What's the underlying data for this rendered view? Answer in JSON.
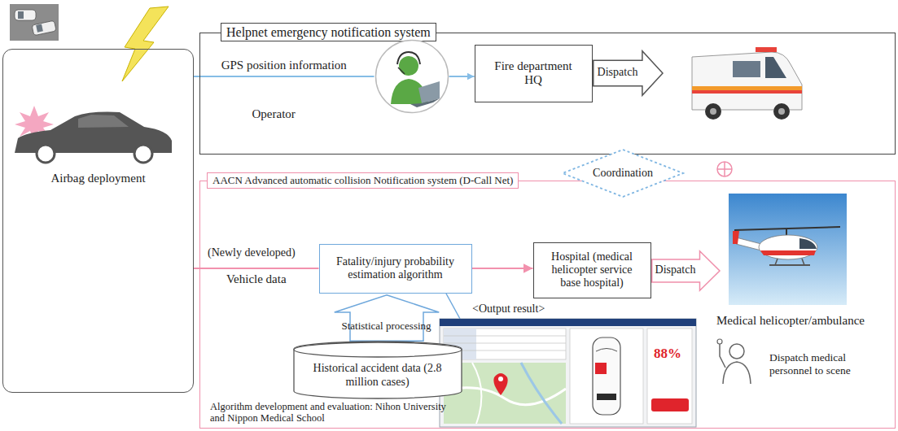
{
  "diagram": {
    "nodes": [
      {
        "text": [
          "Airbag deployment"
        ]
      },
      {
        "text": [
          "Helpnet emergency notification system"
        ]
      },
      {
        "text": [
          "Operator"
        ],
        "in": 1
      },
      {
        "text": [
          "Fire department HQ"
        ],
        "in": 1
      },
      {
        "text": [
          "Dispatch"
        ],
        "in": 1
      },
      {
        "text": [
          "Coordination"
        ]
      },
      {
        "text": [
          "AACN Advanced automatic collision Notification system (D-Call Net)"
        ]
      },
      {
        "text": [
          "Fatality/injury probability estimation algorithm"
        ],
        "in": 6
      },
      {
        "text": [
          "Hospital (medical helicopter service base hospital)"
        ],
        "in": 6
      },
      {
        "text": [
          "Dispatch"
        ],
        "in": 6
      },
      {
        "text": [
          "Statistical processing"
        ],
        "in": 6
      },
      {
        "text": [
          "Historical accident data (2.8 million cases)"
        ],
        "in": 6
      }
    ],
    "edges": [
      {
        "from": 0,
        "to": 2,
        "arrow": "none",
        "label": "GPS position information"
      },
      {
        "from": 2,
        "to": 3,
        "arrow": "to"
      },
      {
        "from": 0,
        "to": 7,
        "arrow": "none",
        "label": "Vehicle data"
      },
      {
        "from": 7,
        "to": 8,
        "arrow": "to"
      }
    ],
    "labels": [
      "(Newly developed)",
      "<Output result>",
      "88%",
      "Medical helicopter/ambulance",
      "Dispatch medical personnel to scene",
      "Algorithm development and evaluation: Nihon University and Nippon Medical School"
    ]
  }
}
